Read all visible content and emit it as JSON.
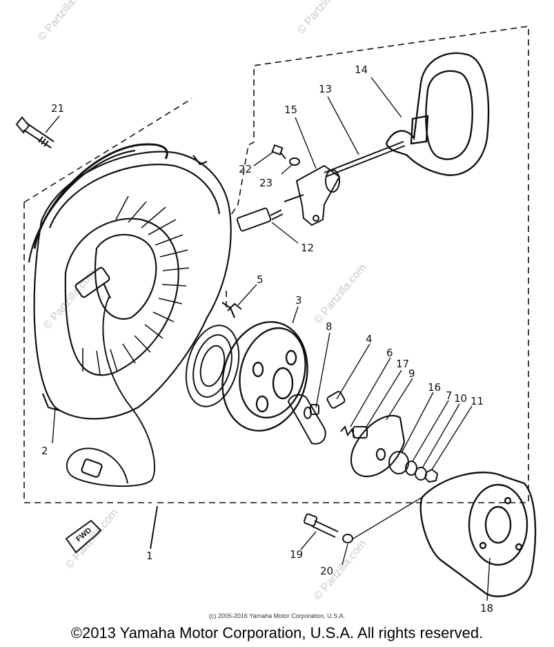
{
  "diagram": {
    "callouts": {
      "c1": "1",
      "c2": "2",
      "c3": "3",
      "c4": "4",
      "c5": "5",
      "c6": "6",
      "c7": "7",
      "c8": "8",
      "c9": "9",
      "c10": "10",
      "c11": "11",
      "c12": "12",
      "c13": "13",
      "c14": "14",
      "c15": "15",
      "c16": "16",
      "c17": "17",
      "c18": "18",
      "c19": "19",
      "c20": "20",
      "c21": "21",
      "c22": "22",
      "c23": "23"
    },
    "fwd_label": "FWD",
    "watermark": "© Partzilla.com"
  },
  "footer": {
    "small_copyright": "(c) 2005-2016 Yamaha Motor Corporation, U.S.A.",
    "copyright": "©2013 Yamaha Motor Corporation, U.S.A. All rights reserved."
  }
}
